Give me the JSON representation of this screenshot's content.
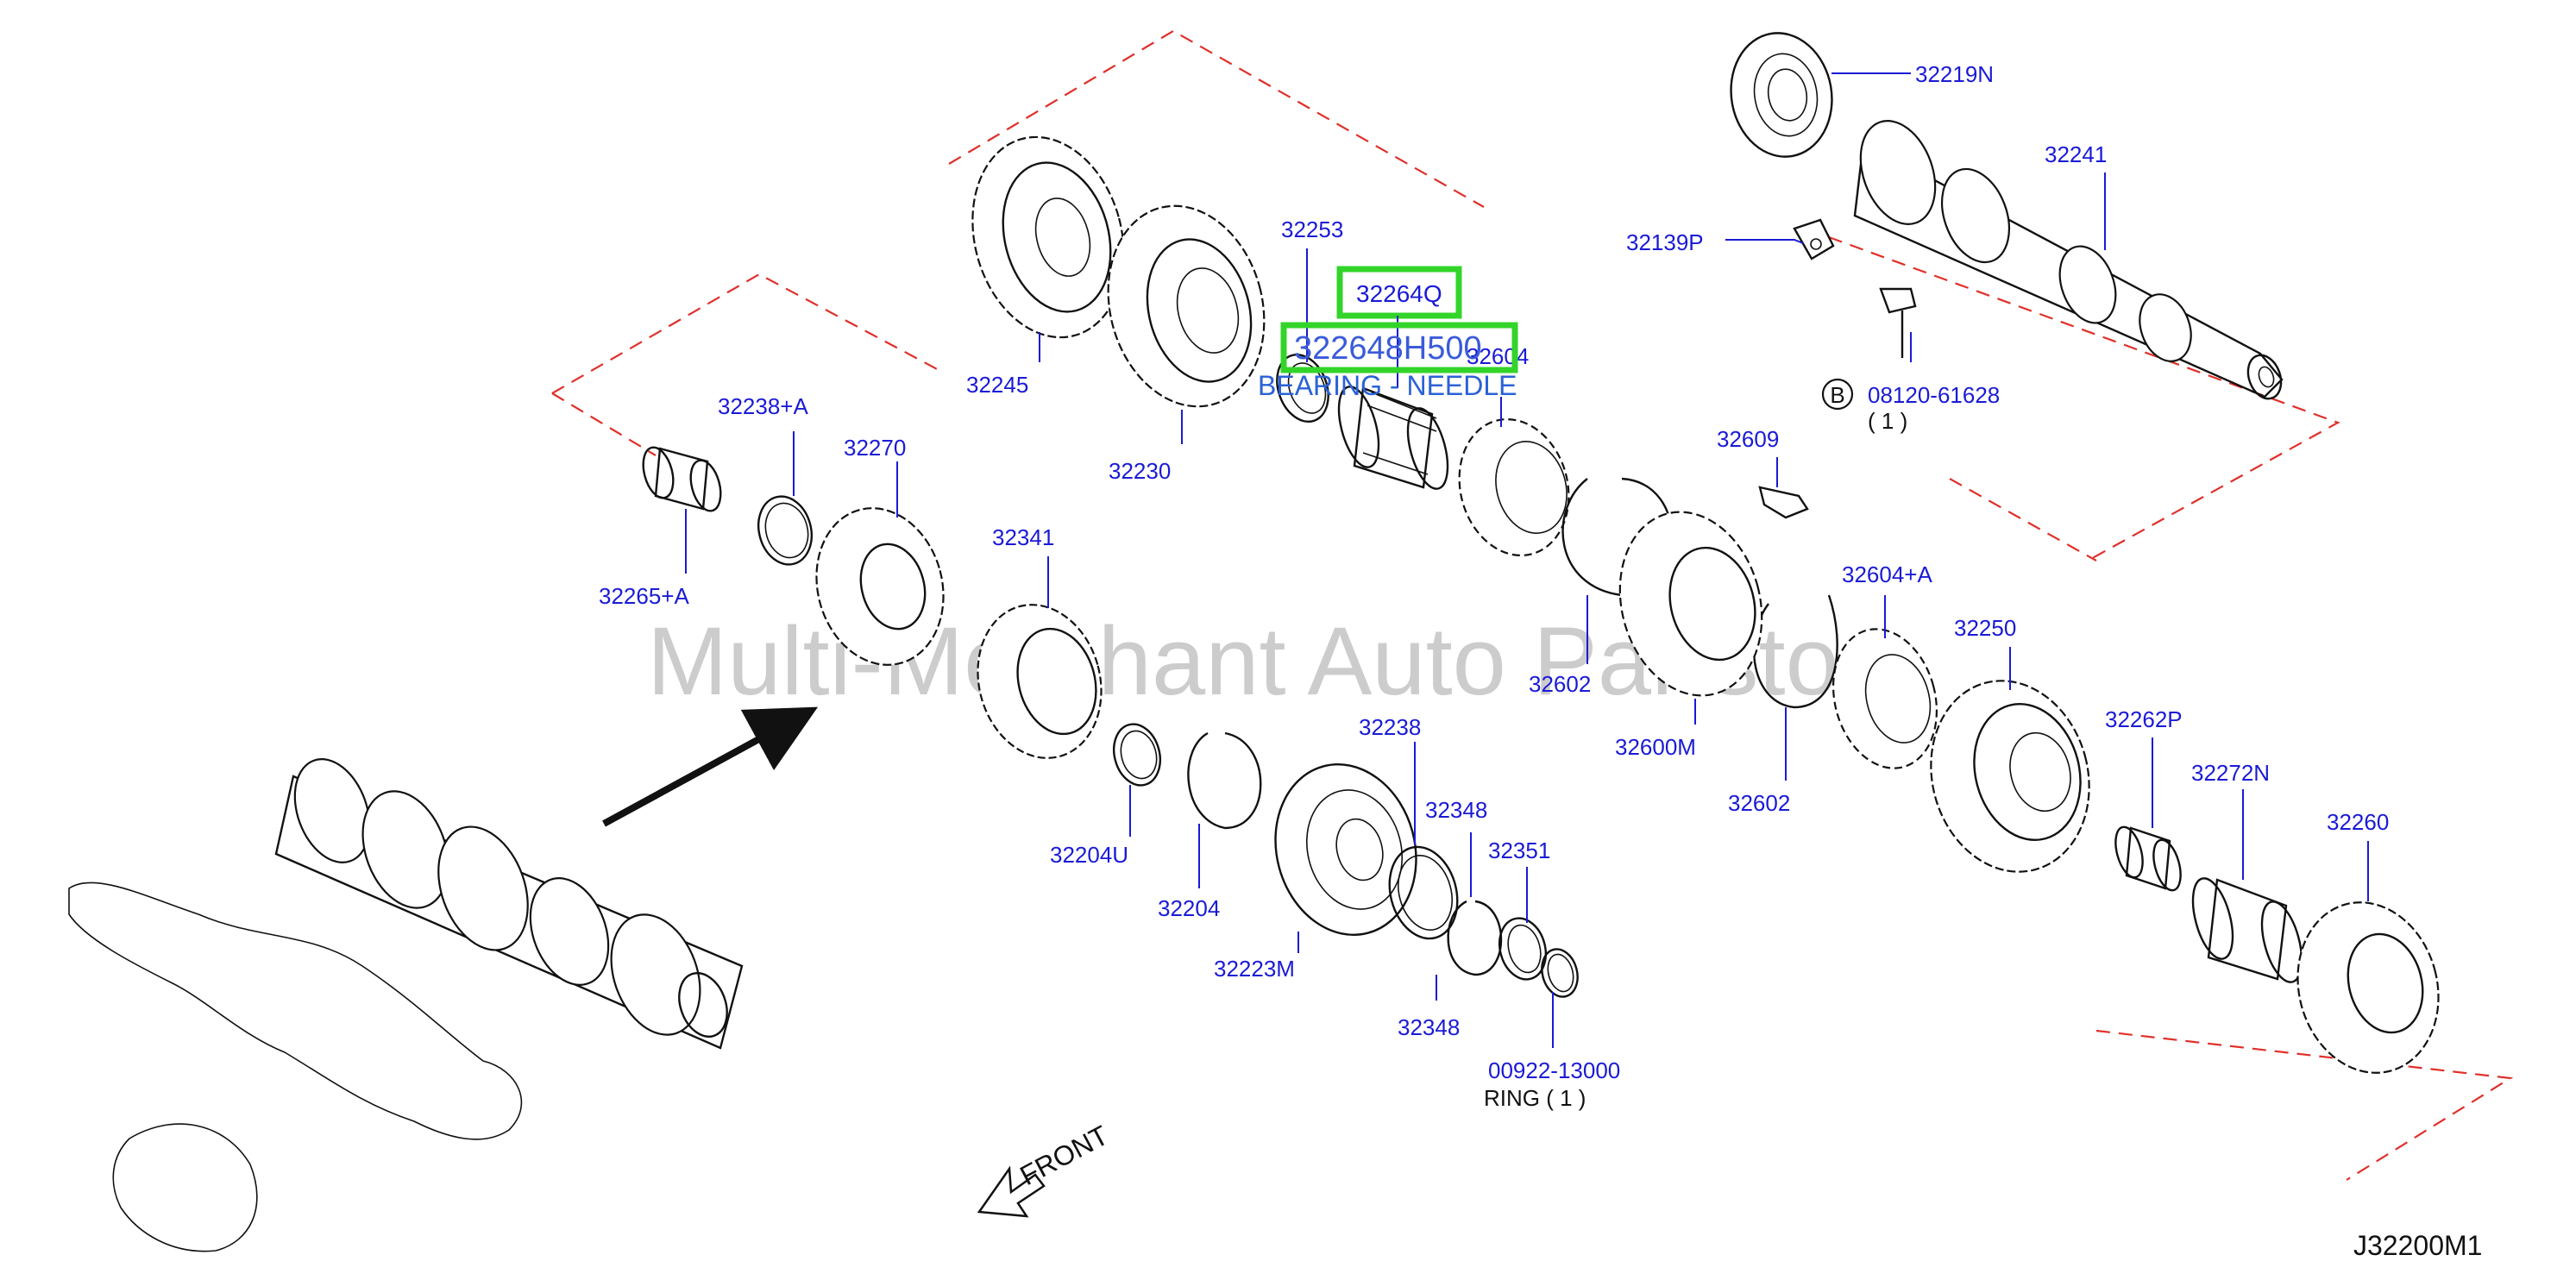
{
  "diagram_id": "J32200M1",
  "watermark": "Multi-Merchant Auto Partstore",
  "front_label": "FRONT",
  "highlight": {
    "part_number": "32264Q",
    "full_part_number": "322648H500",
    "description": "BEARING - NEEDLE"
  },
  "bolt_note": {
    "badge": "B",
    "part_number": "08120-61628",
    "qty": "( 1 )"
  },
  "ring_note": {
    "part_number": "00922-13000",
    "desc": "RING   (   1   )"
  },
  "labels": {
    "p32219N": "32219N",
    "p32241": "32241",
    "p32139P": "32139P",
    "p32253": "32253",
    "p32245": "32245",
    "p32230": "32230",
    "p32604": "32604",
    "p32238A": "32238+A",
    "p32270": "32270",
    "p32265A": "32265+A",
    "p32341": "32341",
    "p32609": "32609",
    "p32604A": "32604+A",
    "p32250": "32250",
    "p32602a": "32602",
    "p32600M": "32600M",
    "p32602b": "32602",
    "p32238": "32238",
    "p32348a": "32348",
    "p32351": "32351",
    "p32204U": "32204U",
    "p32204": "32204",
    "p32223M": "32223M",
    "p32348b": "32348",
    "p32262P": "32262P",
    "p32272N": "32272N",
    "p32260": "32260"
  }
}
